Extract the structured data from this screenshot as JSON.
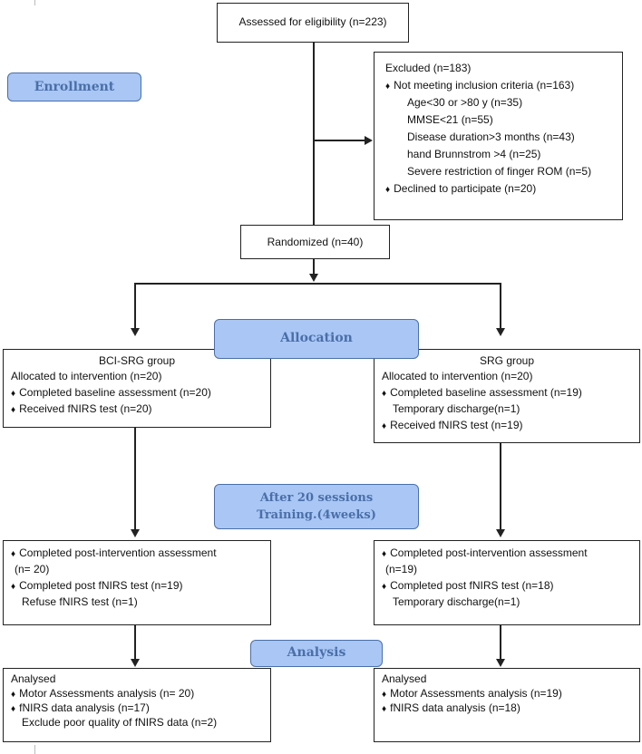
{
  "assessed": "Assessed for eligibility (n=223)",
  "enrollment": "Enrollment",
  "excluded": {
    "title": "Excluded (n=183)",
    "not_meeting": "Not meeting inclusion criteria (n=163)",
    "criteria": [
      "Age<30 or >80 y (n=35)",
      "MMSE<21 (n=55)",
      "Disease duration>3 months (n=43)",
      "hand Brunnstrom >4 (n=25)",
      "Severe restriction of finger ROM (n=5)"
    ],
    "declined": "Declined to participate (n=20)"
  },
  "randomized": "Randomized (n=40)",
  "allocation": "Allocation",
  "bci_group": {
    "title": "BCI-SRG group",
    "allocated": "Allocated to intervention (n=20)",
    "baseline": "Completed baseline assessment (n=20)",
    "fnirs": "Received fNIRS test (n=20)"
  },
  "srg_group": {
    "title": "SRG group",
    "allocated": "Allocated to intervention (n=20)",
    "baseline": "Completed baseline assessment (n=19)",
    "discharge": "Temporary discharge(n=1)",
    "fnirs": "Received fNIRS test (n=19)"
  },
  "followup": {
    "line1": "After 20 sessions",
    "line2": "Training.(4weeks)"
  },
  "bci_post": {
    "post_assess": "Completed post-intervention assessment",
    "post_assess_n": "(n= 20)",
    "post_fnirs": "Completed post fNIRS test (n=19)",
    "refuse": "Refuse fNIRS test (n=1)"
  },
  "srg_post": {
    "post_assess": "Completed post-intervention assessment",
    "post_assess_n": "(n=19)",
    "post_fnirs": "Completed post fNIRS test (n=18)",
    "discharge": "Temporary discharge(n=1)"
  },
  "analysis": "Analysis",
  "bci_analysis": {
    "title": "Analysed",
    "motor": "Motor Assessments analysis (n= 20)",
    "fnirs": "fNIRS data analysis (n=17)",
    "exclude": "Exclude poor quality of fNIRS data (n=2)"
  },
  "srg_analysis": {
    "title": "Analysed",
    "motor": "Motor Assessments analysis (n=19)",
    "fnirs": "fNIRS data analysis (n=18)"
  }
}
